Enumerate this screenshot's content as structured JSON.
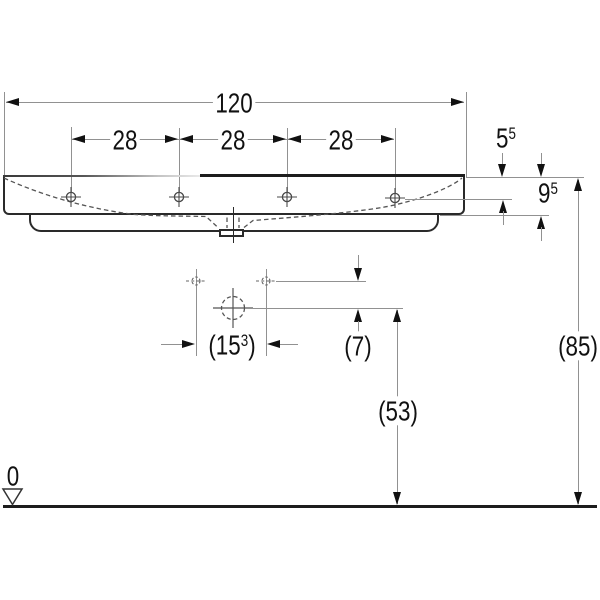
{
  "drawing_type": "technical-dimension-drawing-washbasin-front-view",
  "units": "cm",
  "labels": {
    "overall_width": "120",
    "tap_hole_spacing_1": "28",
    "tap_hole_spacing_2": "28",
    "tap_hole_spacing_3": "28",
    "rim_to_tap_hole_base": "5",
    "rim_to_tap_hole_sup": "5",
    "front_edge_height_base": "9",
    "front_edge_height_sup": "5",
    "fixing_hole_spacing_pre": "(15",
    "fixing_hole_spacing_sup": "3",
    "fixing_hole_spacing_post": ")",
    "fixing_hole_drop": "(7)",
    "fixing_hole_height": "(53)",
    "rim_height": "(85)",
    "datum_zero": "0"
  },
  "symbols": {
    "tap_hole_marker": "crosshair-circle",
    "fixing_hole_marker": "dashed-crosshair-circle",
    "drain_marker": "dashed-circle-with-centerlines",
    "datum_marker": "open-triangle",
    "bowl_profile": "dashed-curve"
  },
  "colors": {
    "background": "#ffffff",
    "outline_dark": "#2a2a2a",
    "dimension_line_gray": "#919191",
    "arrow_and_text": "#111111",
    "hidden_line_dashed": "#555555"
  }
}
